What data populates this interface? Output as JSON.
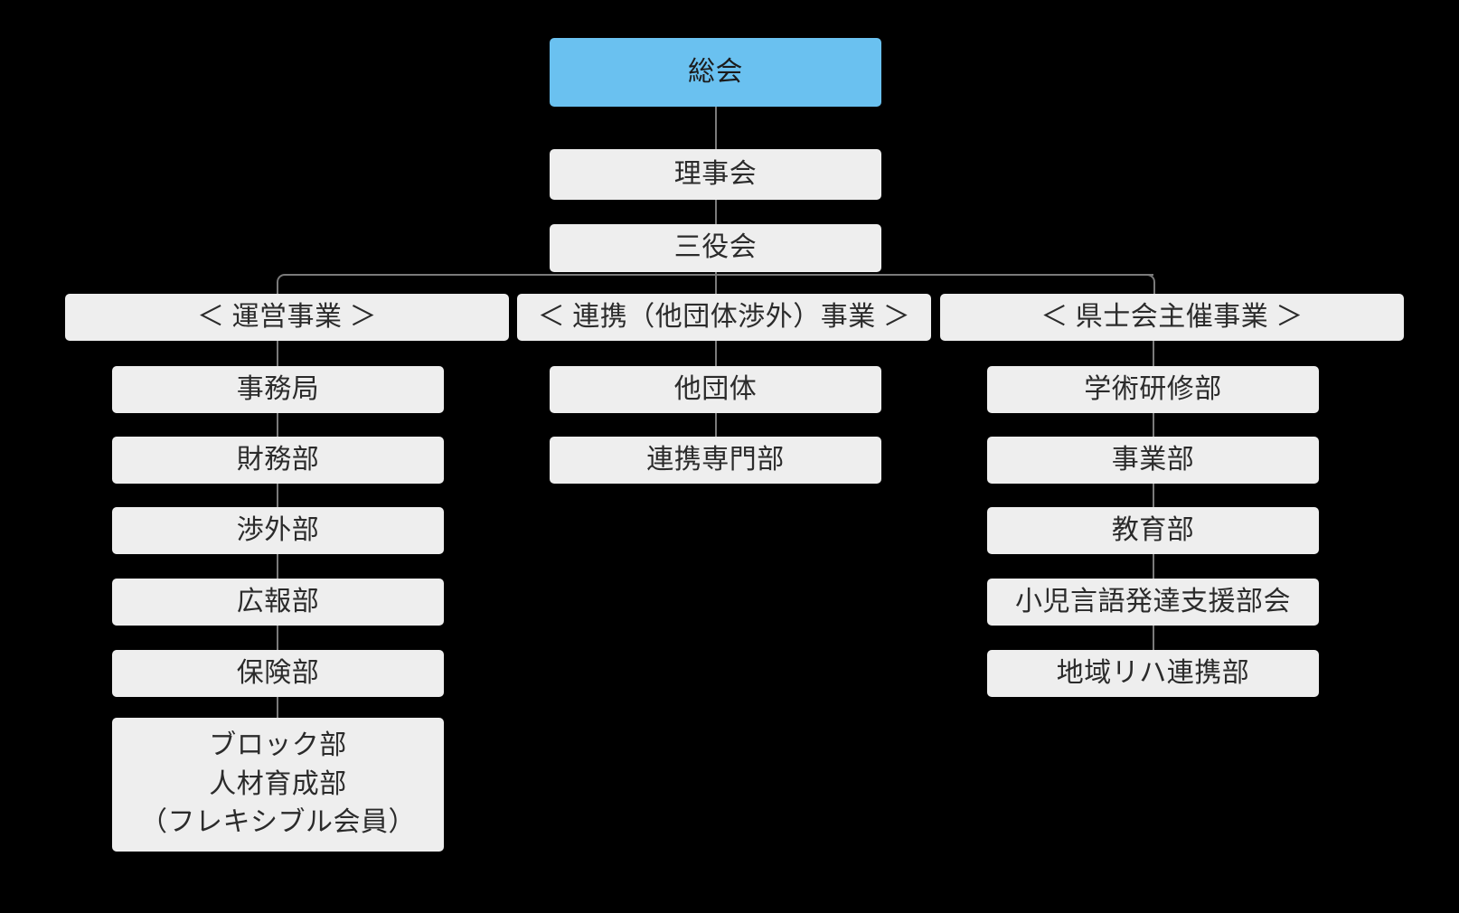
{
  "diagram": {
    "title_text": "総会",
    "background_color": "#000000",
    "box_color": "#EEEEEE",
    "root_color": "#6AC1F0",
    "line_color": "#7a7a7a",
    "text_color": "#2b2b2b"
  },
  "top_chain": {
    "root": "総会",
    "level2": "理事会",
    "level3": "三役会"
  },
  "columns": [
    {
      "category": "＜ 運営事業 ＞",
      "items": [
        "事務局",
        "財務部",
        "渉外部",
        "広報部",
        "保険部"
      ],
      "multiline_item": {
        "line1": "ブロック部",
        "line2": "人材育成部",
        "line3": "（フレキシブル会員）"
      }
    },
    {
      "category": "＜ 連携（他団体渉外）事業 ＞",
      "items": [
        "他団体",
        "連携専門部"
      ]
    },
    {
      "category": "＜ 県士会主催事業 ＞",
      "items": [
        "学術研修部",
        "事業部",
        "教育部",
        "小児言語発達支援部会",
        "地域リハ連携部"
      ]
    }
  ]
}
